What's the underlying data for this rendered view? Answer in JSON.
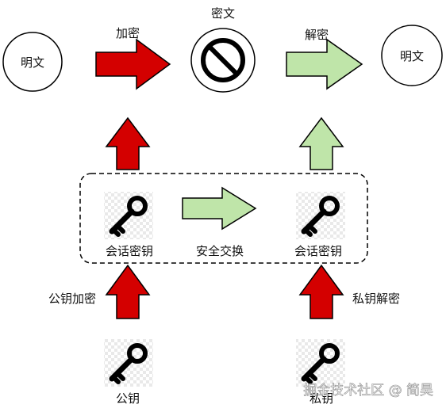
{
  "labels": {
    "plaintext_left": "明文",
    "plaintext_right": "明文",
    "ciphertext": "密文",
    "encrypt": "加密",
    "decrypt": "解密",
    "session_key_left": "会话密钥",
    "session_key_right": "会话密钥",
    "secure_exchange": "安全交换",
    "public_key_encrypt": "公钥加密",
    "private_key_decrypt": "私钥解密",
    "public_key": "公钥",
    "private_key": "私钥"
  },
  "watermark": "掘金技术社区 @ 简昊",
  "colors": {
    "red_arrow": "#d40000",
    "green_arrow": "#bfe5a9",
    "stroke": "#000000"
  },
  "icons": {
    "key": "key-icon",
    "no_entry": "prohibited-icon"
  }
}
